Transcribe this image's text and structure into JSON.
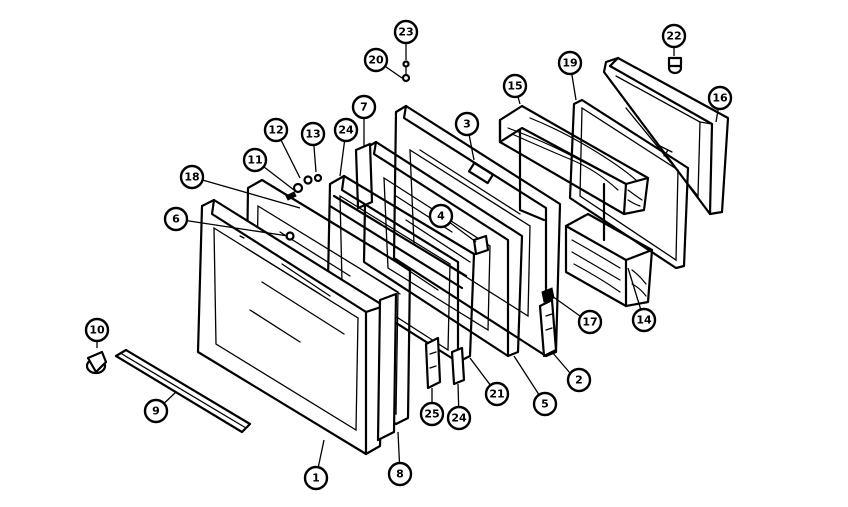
{
  "callouts": [
    {
      "id": "c1",
      "label": "1"
    },
    {
      "id": "c2",
      "label": "2"
    },
    {
      "id": "c3",
      "label": "3"
    },
    {
      "id": "c4",
      "label": "4"
    },
    {
      "id": "c5",
      "label": "5"
    },
    {
      "id": "c6",
      "label": "6"
    },
    {
      "id": "c7",
      "label": "7"
    },
    {
      "id": "c8",
      "label": "8"
    },
    {
      "id": "c9",
      "label": "9"
    },
    {
      "id": "c10",
      "label": "10"
    },
    {
      "id": "c11",
      "label": "11"
    },
    {
      "id": "c12",
      "label": "12"
    },
    {
      "id": "c13",
      "label": "13"
    },
    {
      "id": "c14",
      "label": "14"
    },
    {
      "id": "c15",
      "label": "15"
    },
    {
      "id": "c16",
      "label": "16"
    },
    {
      "id": "c17",
      "label": "17"
    },
    {
      "id": "c18",
      "label": "18"
    },
    {
      "id": "c19",
      "label": "19"
    },
    {
      "id": "c20",
      "label": "20"
    },
    {
      "id": "c21",
      "label": "21"
    },
    {
      "id": "c22",
      "label": "22"
    },
    {
      "id": "c23",
      "label": "23"
    },
    {
      "id": "c24a",
      "label": "24"
    },
    {
      "id": "c24b",
      "label": "24"
    },
    {
      "id": "c25",
      "label": "25"
    }
  ]
}
